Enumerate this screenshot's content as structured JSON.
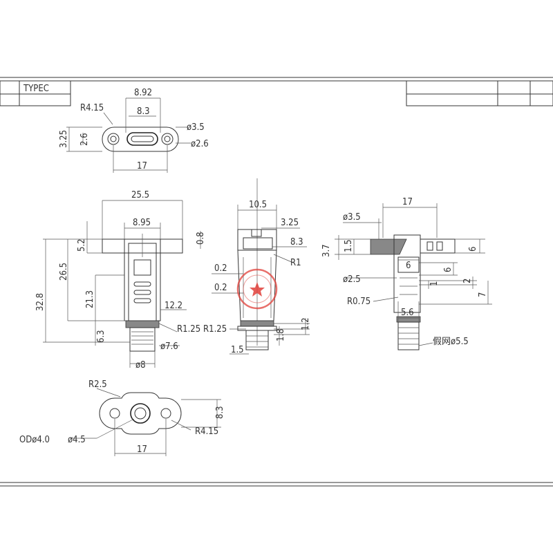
{
  "title_block": {
    "type_label": "TYPEC"
  },
  "top_view": {
    "dims": {
      "width": "8.92",
      "inner": "8.3",
      "radius": "R4.15",
      "height_left": "3.25",
      "height_inner": "2.6",
      "hole_outer": "ø3.5",
      "hole_inner": "ø2.6",
      "pitch": "17"
    }
  },
  "front_view": {
    "dims": {
      "flange_width": "25.5",
      "body_width": "8.95",
      "flange_thk": "0.8",
      "d52": "5.2",
      "d265": "26.5",
      "d328": "32.8",
      "d213": "21.3",
      "d122": "12.2",
      "r125": "R1.25",
      "d63": "6.3",
      "phi76": "ø7.6",
      "phi8": "ø8"
    }
  },
  "side_view": {
    "dims": {
      "d105": "10.5",
      "d325": "3.25",
      "d83": "8.3",
      "r1": "R1",
      "d02a": "0.2",
      "d02b": "0.2",
      "r125": "R1.25",
      "d15": "1.5",
      "d18": "1.8",
      "d12": "1.2"
    },
    "stamp": {
      "color": "#e0403a"
    }
  },
  "section_view": {
    "dims": {
      "d17": "17",
      "phi35": "ø3.5",
      "d15": "1.5",
      "d37": "3.7",
      "d6a": "6",
      "d6b": "6",
      "d6c": "6",
      "phi25": "ø2.5",
      "d1": "1",
      "d2": "2",
      "d7": "7",
      "r075": "R0.75",
      "d56": "5.6",
      "note": "假网ø5.5"
    }
  },
  "bottom_view": {
    "dims": {
      "r25": "R2.5",
      "d83": "8.3",
      "od": "ODø4.0",
      "phi45": "ø4.5",
      "r415": "R4.15",
      "d17": "17"
    }
  }
}
